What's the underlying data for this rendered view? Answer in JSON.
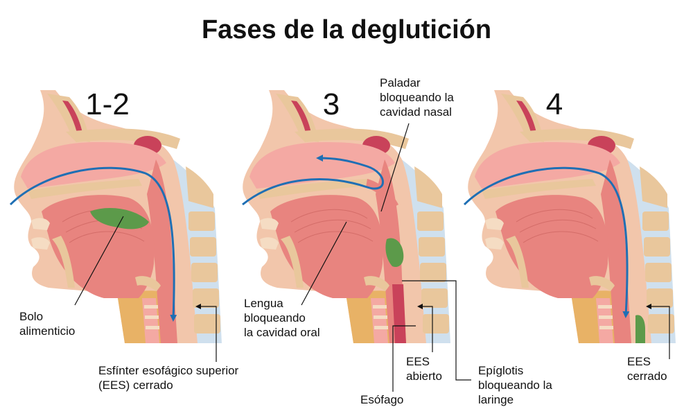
{
  "title": "Fases de la deglutición",
  "stages": [
    {
      "number": "1-2"
    },
    {
      "number": "3"
    },
    {
      "number": "4"
    }
  ],
  "labels": {
    "bolo": [
      "Bolo",
      "alimenticio"
    ],
    "ees_cerrado_1": [
      "Esfínter esofágico superior",
      "(EES) cerrado"
    ],
    "lengua": [
      "Lengua",
      "bloqueando",
      "la cavidad oral"
    ],
    "paladar": [
      "Paladar",
      "bloqueando la",
      "cavidad nasal"
    ],
    "ees_abierto": [
      "EES",
      "abierto"
    ],
    "esofago": [
      "Esófago"
    ],
    "epiglotis": [
      "Epíglotis",
      "bloqueando la",
      "laringe"
    ],
    "ees_cerrado_4": [
      "EES",
      "cerrado"
    ]
  },
  "colors": {
    "skin": "#f2c6ab",
    "tissue": "#e8847f",
    "tissue_light": "#f4a9a3",
    "bone": "#e9c79c",
    "cartilage": "#f5dcc3",
    "bolus": "#5c9a4a",
    "arrow": "#1f6fb4",
    "spine_bg": "#cfe0ee",
    "neck_fat": "#e8b266",
    "cavity": "#c9425a"
  }
}
